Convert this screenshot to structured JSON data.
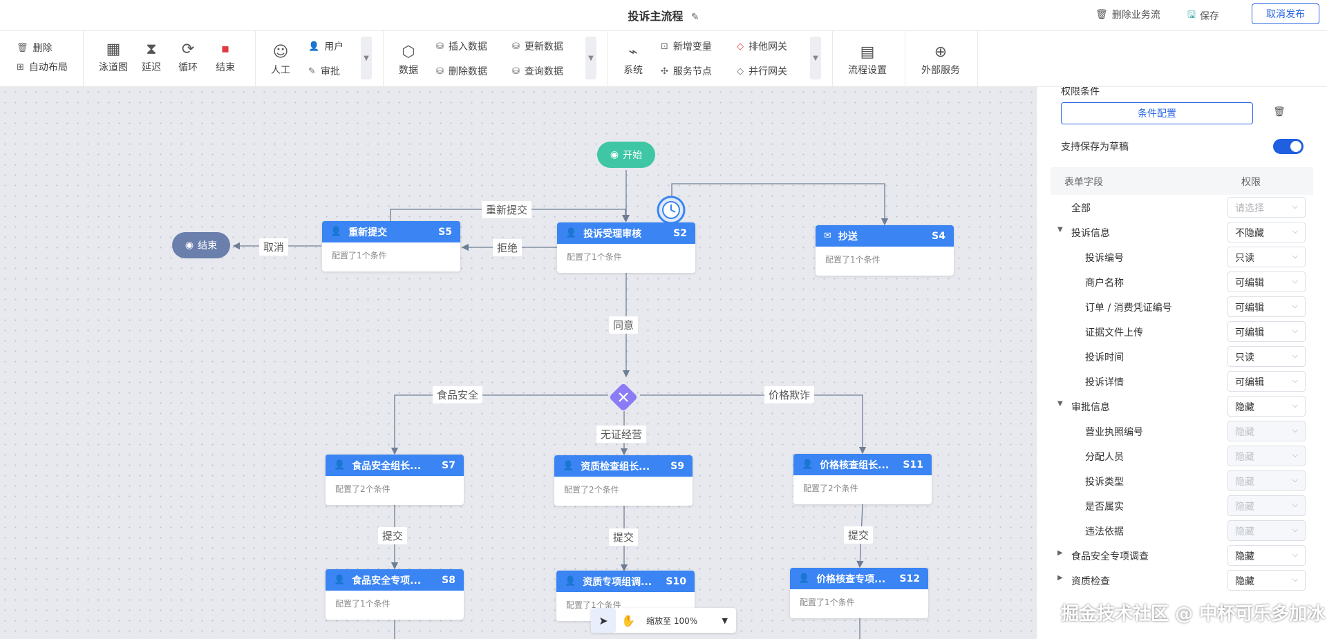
{
  "header": {
    "title": "投诉主流程",
    "edit_icon": "✎",
    "delete_flow": "删除业务流",
    "save": "保存",
    "cancel_publish": "取消发布"
  },
  "toolbar": {
    "delete": "删除",
    "auto_layout": "自动布局",
    "swimlane": "泳道图",
    "delay": "延迟",
    "loop": "循环",
    "end": "结束",
    "manual": "人工",
    "user": "用户",
    "approve": "审批",
    "data": "数据",
    "insert_data": "插入数据",
    "update_data": "更新数据",
    "delete_data": "删除数据",
    "query_data": "查询数据",
    "system": "系统",
    "new_variable": "新增变量",
    "exclusive_gateway": "排他网关",
    "service_node": "服务节点",
    "parallel_gateway": "并行网关",
    "flow_settings": "流程设置",
    "external_service": "外部服务"
  },
  "flow": {
    "start": "开始",
    "end": "结束",
    "nodes": {
      "s5": {
        "title": "重新提交",
        "code": "S5",
        "desc": "配置了1个条件"
      },
      "s2": {
        "title": "投诉受理审核",
        "code": "S2",
        "desc": "配置了1个条件"
      },
      "s4": {
        "title": "抄送",
        "code": "S4",
        "desc": "配置了1个条件"
      },
      "s7": {
        "title": "食品安全组长...",
        "code": "S7",
        "desc": "配置了2个条件"
      },
      "s9": {
        "title": "资质检查组长...",
        "code": "S9",
        "desc": "配置了2个条件"
      },
      "s11": {
        "title": "价格核查组长...",
        "code": "S11",
        "desc": "配置了2个条件"
      },
      "s8": {
        "title": "食品安全专项...",
        "code": "S8",
        "desc": "配置了1个条件"
      },
      "s10": {
        "title": "资质专项组调...",
        "code": "S10",
        "desc": "配置了1个条件"
      },
      "s12": {
        "title": "价格核查专项...",
        "code": "S12",
        "desc": "配置了1个条件"
      }
    },
    "edge_labels": {
      "resubmit": "重新提交",
      "cancel": "取消",
      "reject": "拒绝",
      "agree": "同意",
      "food_safety": "食品安全",
      "price_fraud": "价格欺诈",
      "unlicensed": "无证经营",
      "submit_1": "提交",
      "submit_2": "提交",
      "submit_3": "提交"
    }
  },
  "zoom": {
    "label": "缩放至 100%"
  },
  "panel": {
    "section_title": "权限条件",
    "condition_button": "条件配置",
    "draft_label": "支持保存为草稿",
    "draft_enabled": true,
    "col_field": "表单字段",
    "col_permission": "权限",
    "rows": [
      {
        "label": "全部",
        "value": "请选择"
      },
      {
        "label": "投诉信息",
        "value": "不隐藏"
      },
      {
        "label": "投诉编号",
        "value": "只读"
      },
      {
        "label": "商户名称",
        "value": "可编辑"
      },
      {
        "label": "订单 / 消费凭证编号",
        "value": "可编辑"
      },
      {
        "label": "证据文件上传",
        "value": "可编辑"
      },
      {
        "label": "投诉时间",
        "value": "只读"
      },
      {
        "label": "投诉详情",
        "value": "可编辑"
      },
      {
        "label": "审批信息",
        "value": "隐藏"
      },
      {
        "label": "营业执照编号",
        "value": "隐藏"
      },
      {
        "label": "分配人员",
        "value": "隐藏"
      },
      {
        "label": "投诉类型",
        "value": "隐藏"
      },
      {
        "label": "是否属实",
        "value": "隐藏"
      },
      {
        "label": "违法依据",
        "value": "隐藏"
      },
      {
        "label": "食品安全专项调查",
        "value": "隐藏"
      },
      {
        "label": "资质检查",
        "value": "隐藏"
      }
    ]
  },
  "watermark": "掘金技术社区 @ 中杯可乐多加冰"
}
